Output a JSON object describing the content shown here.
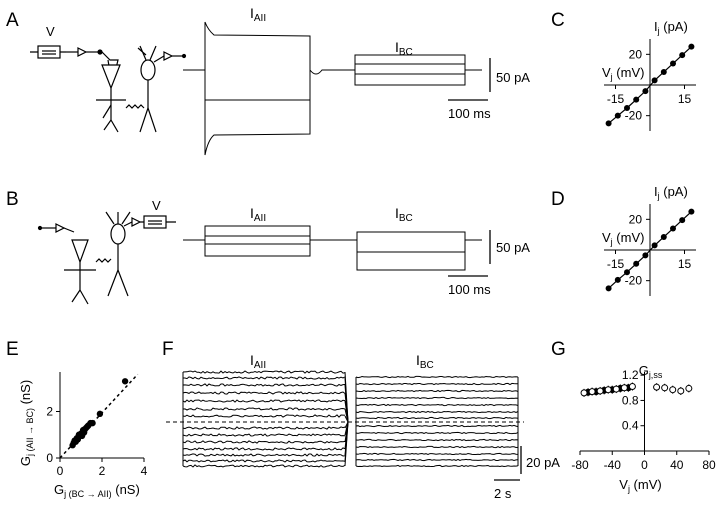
{
  "panels": {
    "A": {
      "label": "A",
      "electrode": "V",
      "trace_labels": [
        "I",
        "AII",
        "I",
        "BC"
      ],
      "scale_current": "50 pA",
      "scale_time": "100 ms"
    },
    "B": {
      "label": "B",
      "electrode": "V",
      "trace_labels": [
        "I",
        "AII",
        "I",
        "BC"
      ],
      "scale_current": "50 pA",
      "scale_time": "100 ms"
    },
    "F": {
      "label": "F",
      "trace_labels": [
        "I",
        "AII",
        "I",
        "BC"
      ],
      "scale_current": "20 pA",
      "scale_time": "2 s"
    }
  },
  "chart_data": [
    {
      "panel": "C",
      "type": "line",
      "ylabel_main": "I",
      "ylabel_sub": "j",
      "ylabel_unit": "(pA)",
      "xlabel_main": "V",
      "xlabel_sub": "j",
      "xlabel_unit": "(mV)",
      "xticks": [
        "-15",
        "15"
      ],
      "yticks": [
        "20",
        "-20"
      ],
      "xlim": [
        -20,
        20
      ],
      "ylim": [
        -28,
        30
      ],
      "x": [
        -18,
        -14,
        -10,
        -6,
        -2,
        2,
        6,
        10,
        14,
        18
      ],
      "y": [
        -25,
        -20,
        -15,
        -9.5,
        -4,
        3,
        8.5,
        14,
        19.5,
        25
      ]
    },
    {
      "panel": "D",
      "type": "line",
      "ylabel_main": "I",
      "ylabel_sub": "j",
      "ylabel_unit": "(pA)",
      "xlabel_main": "V",
      "xlabel_sub": "j",
      "xlabel_unit": "(mV)",
      "xticks": [
        "-15",
        "15"
      ],
      "yticks": [
        "20",
        "-20"
      ],
      "xlim": [
        -20,
        20
      ],
      "ylim": [
        -28,
        30
      ],
      "x": [
        -18,
        -14,
        -10,
        -6,
        -2,
        2,
        6,
        10,
        14,
        18
      ],
      "y": [
        -25,
        -19.5,
        -14.5,
        -9,
        -3.5,
        3,
        8.5,
        14,
        19.5,
        25
      ]
    },
    {
      "panel": "E",
      "type": "scatter",
      "ylabel_main": "G",
      "ylabel_sub": "j (AII → BC)",
      "ylabel_unit": "(nS)",
      "xlabel_main": "G",
      "xlabel_sub": "j (BC → AII)",
      "xlabel_unit": "(nS)",
      "xticks": [
        "0",
        "2",
        "4"
      ],
      "yticks": [
        "0",
        "2"
      ],
      "xlim": [
        0,
        4
      ],
      "ylim": [
        0,
        3.7
      ],
      "x": [
        0.6,
        0.65,
        0.7,
        0.75,
        0.8,
        0.85,
        0.9,
        1.0,
        1.05,
        1.1,
        1.15,
        1.2,
        1.25,
        1.3,
        1.35,
        1.45,
        1.55,
        1.9,
        3.1
      ],
      "y": [
        0.55,
        0.65,
        0.75,
        0.7,
        0.85,
        0.8,
        1.0,
        1.05,
        0.95,
        1.2,
        1.1,
        1.25,
        1.3,
        1.35,
        1.4,
        1.5,
        1.5,
        1.9,
        3.3
      ],
      "fit_line": {
        "x": [
          0,
          3.7
        ],
        "y": [
          0,
          3.6
        ]
      }
    },
    {
      "panel": "G",
      "type": "scatter",
      "ylabel_main": "G",
      "ylabel_sub": "j,ss",
      "xlabel_main": "V",
      "xlabel_sub": "j",
      "xlabel_unit": "(mV)",
      "xticks": [
        "-80",
        "-40",
        "0",
        "40",
        "80"
      ],
      "yticks": [
        "1.2",
        "0.8",
        "0.4"
      ],
      "xlim": [
        -80,
        80
      ],
      "ylim": [
        0,
        1.25
      ],
      "series": [
        {
          "marker": "filled",
          "x": [
            -70,
            -60,
            -50,
            -40,
            -30,
            -20
          ],
          "y": [
            0.93,
            0.94,
            0.96,
            0.97,
            0.99,
            1.0
          ]
        },
        {
          "marker": "open",
          "x": [
            -75,
            -65,
            -55,
            -45,
            -35,
            -25,
            -15,
            15,
            25,
            35,
            45,
            55
          ],
          "y": [
            0.92,
            0.94,
            0.95,
            0.97,
            0.98,
            1.0,
            1.02,
            1.01,
            1.0,
            0.97,
            0.95,
            0.99
          ]
        }
      ]
    }
  ]
}
